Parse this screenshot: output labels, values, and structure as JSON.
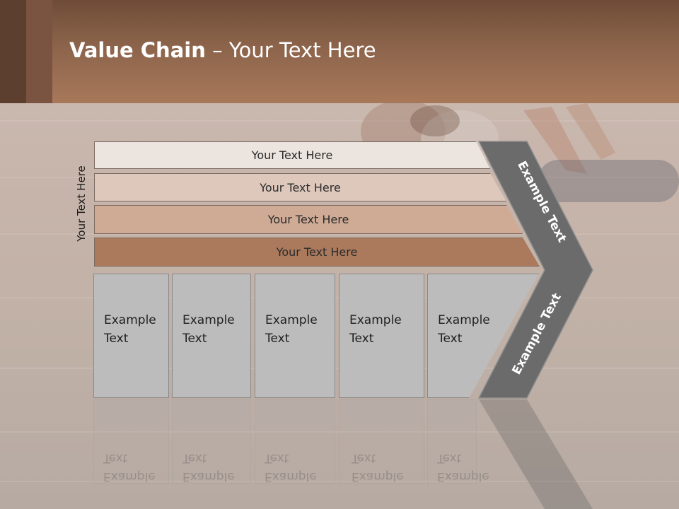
{
  "slide": {
    "title_bold": "Value Chain",
    "title_rest": " – Your Text Here",
    "side_label": "Your Text Here",
    "bars": [
      {
        "label": "Your Text Here"
      },
      {
        "label": "Your Text Here"
      },
      {
        "label": "Your Text Here"
      },
      {
        "label": "Your Text Here"
      }
    ],
    "boxes": [
      {
        "line1": "Example",
        "line2": "Text"
      },
      {
        "line1": "Example",
        "line2": "Text"
      },
      {
        "line1": "Example",
        "line2": "Text"
      },
      {
        "line1": "Example",
        "line2": "Text"
      },
      {
        "line1": "Example",
        "line2": "Text"
      }
    ],
    "chevron_top_label": "Example Text",
    "chevron_bottom_label": "Example Text"
  },
  "colors": {
    "header": "#a8785a",
    "bar_light": "#ece4de",
    "bar_dark": "#ab7a5c",
    "box_gray": "#bcbcbc",
    "chevron": "#6b6b6b"
  }
}
